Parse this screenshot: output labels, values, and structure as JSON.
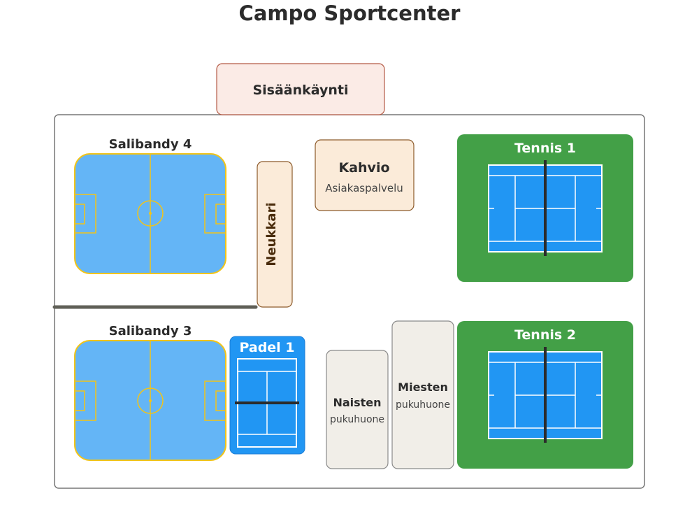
{
  "title": "Campo Sportcenter",
  "entrance": {
    "label": "Sisäänkäynti"
  },
  "rooms": {
    "salibandy4": "Salibandy 4",
    "salibandy3": "Salibandy 3",
    "neukkari": "Neukkari",
    "kahvio": {
      "title": "Kahvio",
      "subtitle": "Asiakaspalvelu"
    },
    "tennis1": "Tennis 1",
    "tennis2": "Tennis 2",
    "padel1": "Padel 1",
    "naisten": {
      "title": "Naisten",
      "subtitle": "pukuhuone"
    },
    "miesten": {
      "title": "Miesten",
      "subtitle": "pukuhuone"
    }
  },
  "colors": {
    "floorball": "#64b5f6",
    "floorball_line": "#f2c418",
    "tennis_bg": "#43a047",
    "court_blue": "#2196f3",
    "entrance_bg": "#fbebe6",
    "cafe_bg": "#fbebd9",
    "locker_bg": "#f1eee8"
  }
}
